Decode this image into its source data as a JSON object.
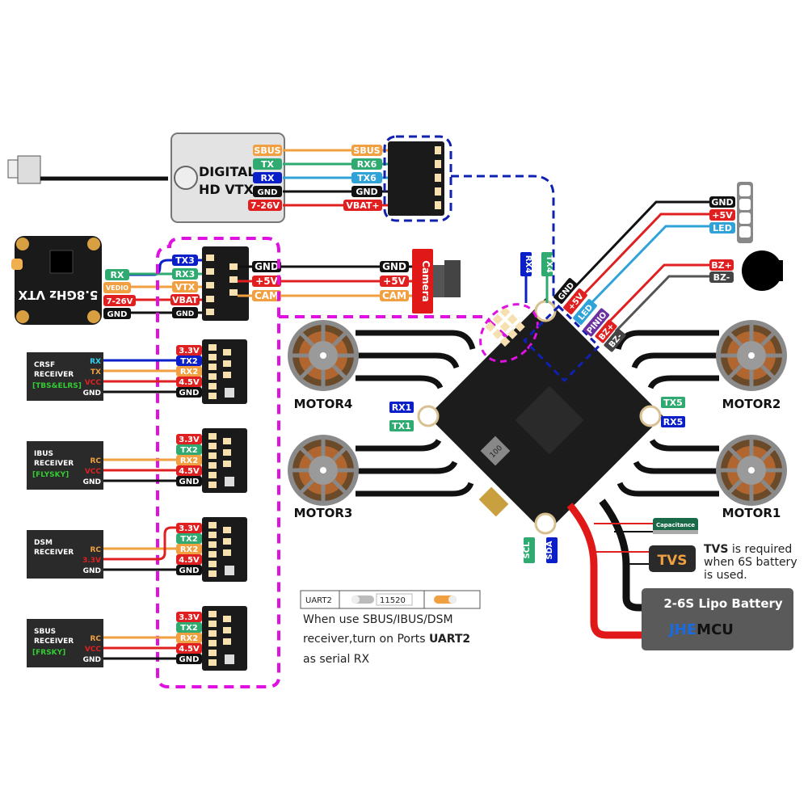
{
  "colors": {
    "orange": "#f0a040",
    "green": "#2faa70",
    "blue": "#0a1fc8",
    "cyan": "#2fa3d8",
    "black": "#111111",
    "red": "#e02020",
    "purple": "#6a2fa0",
    "gray": "#555555",
    "magenta": "#e010e0",
    "navy_dash": "#1020b0"
  },
  "digital_vtx": {
    "title_line1": "DIGITAL",
    "title_line2": "HD  VTX",
    "pins": [
      "SBUS",
      "TX",
      "RX",
      "GND",
      "7-26V"
    ],
    "fc_pads": [
      "SBUS",
      "RX6",
      "TX6",
      "GND",
      "VBAT+"
    ]
  },
  "analog_vtx": {
    "title": "5.8GHz VTX",
    "pins": [
      "RX",
      "VEDIO",
      "7-26V",
      "GND"
    ],
    "fc_pads": [
      "TX3",
      "RX3",
      "VTX",
      "VBAT",
      "GND"
    ]
  },
  "camera": {
    "title": "Camera",
    "fc_pads": [
      "GND",
      "+5V",
      "CAM"
    ],
    "cam_pins": [
      "GND",
      "+5V",
      "CAM"
    ]
  },
  "receivers": [
    {
      "name_line1": "CRSF",
      "name_line2": "RECEIVER",
      "brand": "[TBS&ELRS]",
      "pins": [
        "RX",
        "TX",
        "VCC",
        "GND"
      ],
      "pads": [
        "3.3V",
        "TX2",
        "RX2",
        "4.5V",
        "GND"
      ]
    },
    {
      "name_line1": "IBUS",
      "name_line2": "RECEIVER",
      "brand": "[FLYSKY]",
      "pins": [
        "RC",
        "VCC",
        "GND"
      ],
      "pads": [
        "3.3V",
        "TX2",
        "RX2",
        "4.5V",
        "GND"
      ]
    },
    {
      "name_line1": "DSM",
      "name_line2": "RECEIVER",
      "brand": "",
      "pins": [
        "RC",
        "3.3V",
        "GND"
      ],
      "pads": [
        "3.3V",
        "TX2",
        "RX2",
        "4.5V",
        "GND"
      ]
    },
    {
      "name_line1": "SBUS",
      "name_line2": "RECEIVER",
      "brand": "[FRSKY]",
      "pins": [
        "RC",
        "VCC",
        "GND"
      ],
      "pads": [
        "3.3V",
        "TX2",
        "RX2",
        "4.5V",
        "GND"
      ]
    }
  ],
  "uart_note": {
    "port": "UART2",
    "baud": "11520",
    "line1": "When use SBUS/IBUS/DSM",
    "line2_prefix": "receiver,turn on Ports ",
    "line2_bold": "UART2",
    "line3": "as serial RX"
  },
  "fc": {
    "top_pads": [
      "RX4",
      "TX4"
    ],
    "diag_pads": [
      "GND",
      "+5V",
      "LED",
      "PINIO",
      "BZ+",
      "BZ-"
    ],
    "left_pads": [
      "RX1",
      "TX1"
    ],
    "right_pads": [
      "TX5",
      "RX5"
    ],
    "bottom_pads": [
      "SCL",
      "SDA"
    ],
    "inductor_marking": "100"
  },
  "led_strip": {
    "pins": [
      "GND",
      "+5V",
      "LED"
    ]
  },
  "buzzer": {
    "pins": [
      "BZ+",
      "BZ-"
    ]
  },
  "motors": [
    "MOTOR4",
    "MOTOR3",
    "MOTOR2",
    "MOTOR1"
  ],
  "power": {
    "capacitance": "Capacitance",
    "tvs": "TVS",
    "tvs_note_bold": "TVS",
    "tvs_note_rest": " is required",
    "tvs_note_line2": "when 6S battery",
    "tvs_note_line3": "is used.",
    "battery": "2-6S Lipo Battery",
    "brand_blue": "JHE",
    "brand_black": "MCU"
  }
}
